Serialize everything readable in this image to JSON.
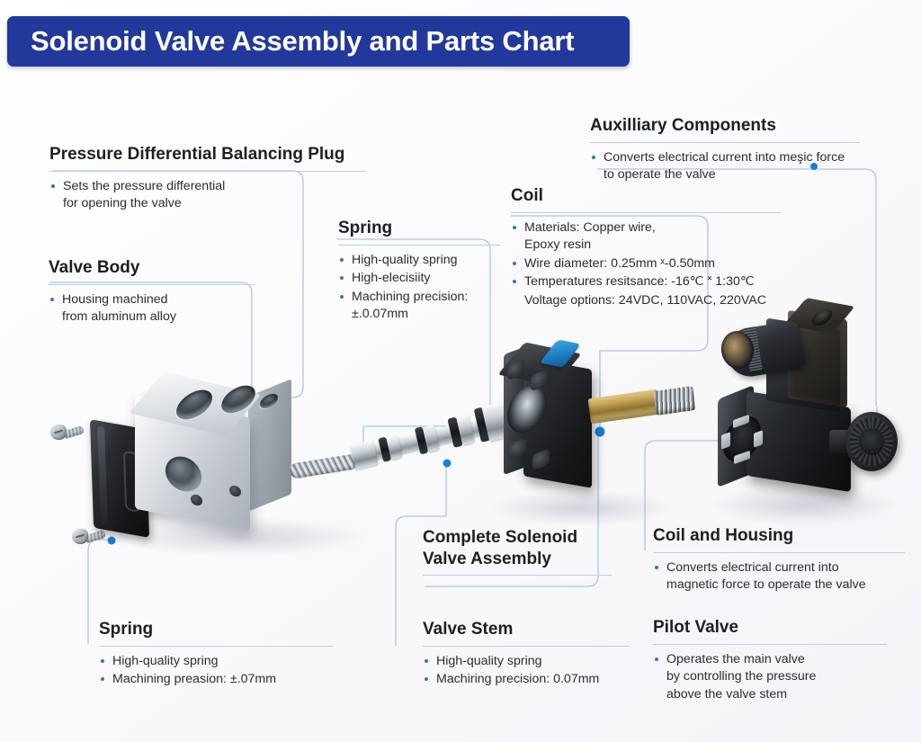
{
  "header": {
    "title": "Solenoid Valve Assembly and Parts Chart",
    "banner_color": "#22389a",
    "title_color": "#ffffff"
  },
  "theme": {
    "accent_dot": "#1a7fd4",
    "connector_line": "#a9c6e2",
    "rule_color": "#b9cfe4",
    "background": "#f7f7fa",
    "heading_color": "#1e1e24",
    "body_color": "#2b2b33"
  },
  "blocks": [
    {
      "id": "auxiliary-components",
      "title": "Auxilliary Components",
      "bullets": [
        "Converts electrical current into meşic force\nto operate the valve"
      ]
    },
    {
      "id": "pressure-differential-balancing-plug",
      "title": "Pressure Differential Balancing Plug",
      "bullets": [
        "Sets the pressure differential\nfor opening the valve"
      ]
    },
    {
      "id": "valve-body",
      "title": "Valve Body",
      "bullets": [
        "Housing machined\nfrom aluminum alloy"
      ]
    },
    {
      "id": "spring-top",
      "title": "Spring",
      "bullets": [
        "High-quality spring",
        "High-elecisiity",
        "Machining precision:\n±.0.07mm"
      ]
    },
    {
      "id": "coil",
      "title": "Coil",
      "bullets": [
        "Materials: Copper wire,\nEpoxy resin",
        "Wire diameter: 0.25mm ˣ-0.50mm",
        "Temperatures resitsance: -16℃ ˟ 1:30℃"
      ],
      "extra_lines": [
        "Voltage options: 24VDC, 110VAC, 220VAC"
      ]
    },
    {
      "id": "complete-solenoid-valve-assembly",
      "title": "Complete Solenoid\nValve Assembly",
      "bullets": []
    },
    {
      "id": "coil-and-housing",
      "title": "Coil and Housing",
      "bullets": [
        "Converts electrical current into\nmagnetic force to operate the valve"
      ]
    },
    {
      "id": "spring-bottom",
      "title": "Spring",
      "bullets": [
        "High-quality spring",
        "Machining preasion: ±.07mm"
      ]
    },
    {
      "id": "valve-stem",
      "title": "Valve Stem",
      "bullets": [
        "High-quality spring",
        "Machiring precision: 0.07mm"
      ]
    },
    {
      "id": "pilot-valve",
      "title": "Pilot Valve",
      "bullets": [
        "Operates the main valve\nby controlling the pressure\nabove the valve stem"
      ]
    }
  ],
  "parts_illustrated": [
    "screw-upper",
    "screw-lower",
    "black-bracket-plate",
    "aluminum-valve-body",
    "compression-spring",
    "valve-stem-with-o-rings",
    "solenoid-coil-block",
    "brass-armature-tube",
    "complete-solenoid-valve-assembly",
    "cable-gland-nut"
  ]
}
